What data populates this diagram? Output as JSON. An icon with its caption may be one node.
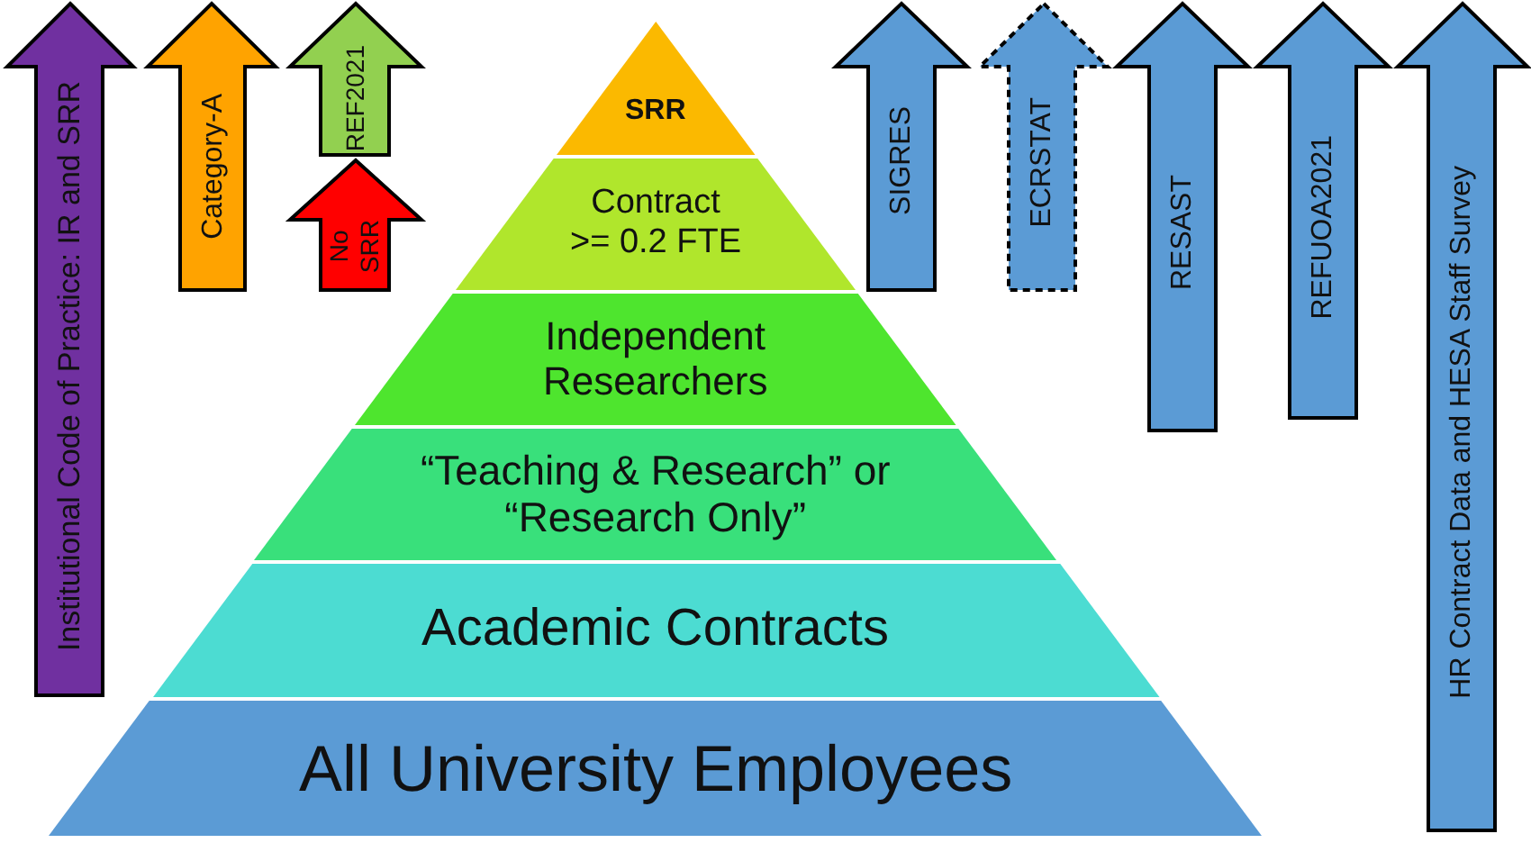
{
  "diagram": {
    "nodes": [
      {
        "text": [
          "Institutional Code of Practice: IR and SRR"
        ]
      },
      {
        "text": [
          "Category-A"
        ]
      },
      {
        "text": [
          "REF2021"
        ]
      },
      {
        "text": [
          "No SRR"
        ]
      },
      {
        "text": [
          "SRR"
        ]
      },
      {
        "text": [
          "Contract >= 0.2 FTE"
        ]
      },
      {
        "text": [
          "Independent Researchers"
        ]
      },
      {
        "text": [
          "“Teaching & Research” or “Research Only”"
        ]
      },
      {
        "text": [
          "Academic Contracts"
        ]
      },
      {
        "text": [
          "All University Employees"
        ]
      },
      {
        "text": [
          "SIGRES"
        ]
      },
      {
        "text": [
          "ECRSTAT"
        ]
      },
      {
        "text": [
          "RESAST"
        ]
      },
      {
        "text": [
          "REFUOA2021"
        ]
      },
      {
        "text": [
          "HR Contract Data and HESA Staff Survey"
        ]
      }
    ]
  }
}
